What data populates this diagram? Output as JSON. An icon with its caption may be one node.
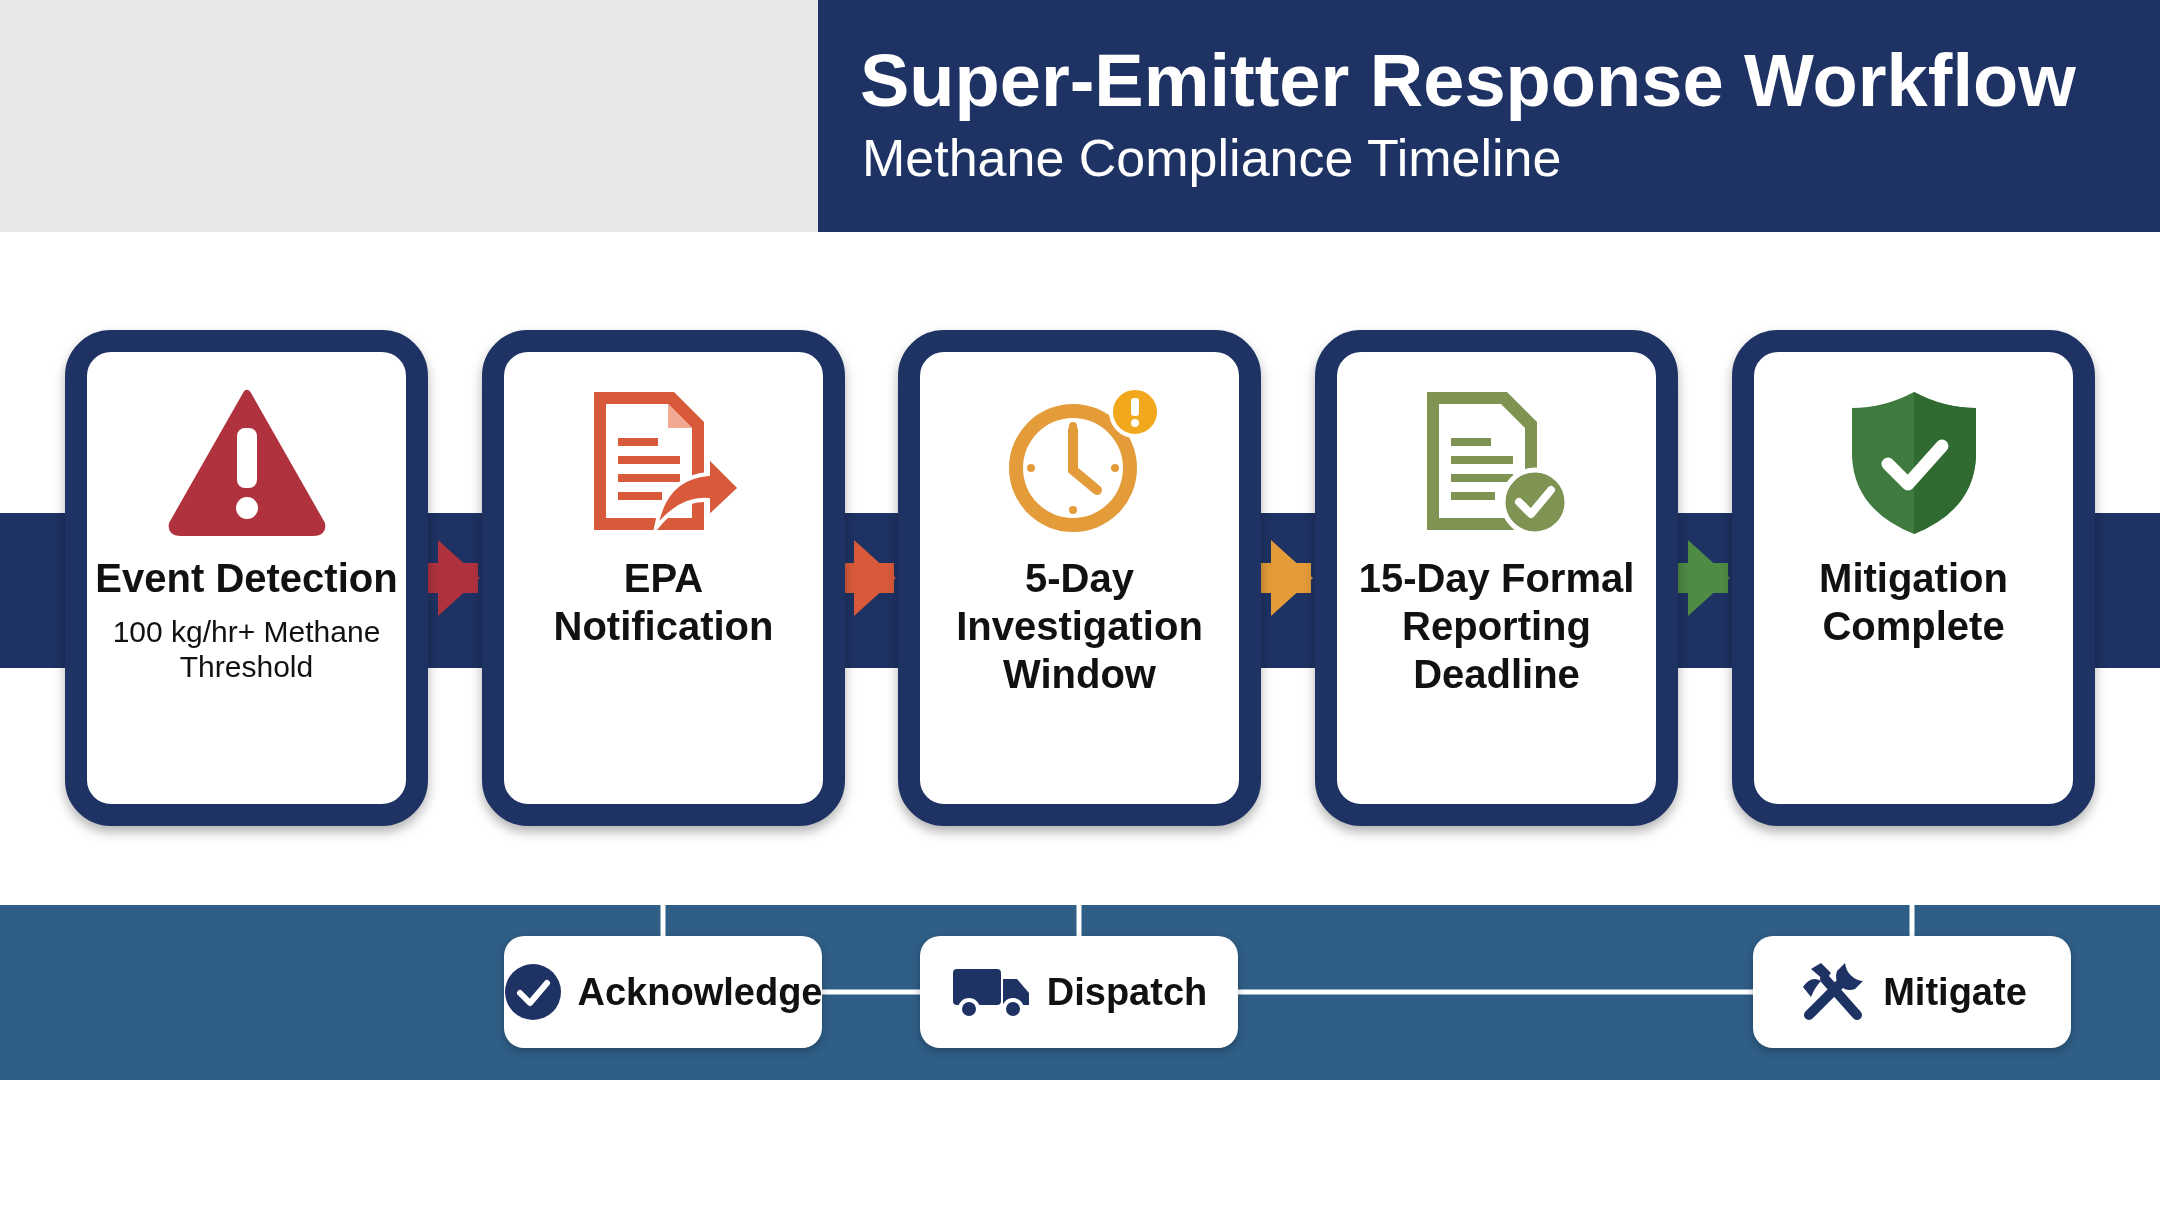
{
  "diagram": {
    "title": "Super-Emitter Response Workflow",
    "caption": "Methane Compliance Timeline",
    "nodes": [
      {
        "text": [
          "Event Detection",
          "100 kg/hr+ Methane Threshold"
        ]
      },
      {
        "text": [
          "EPA Notification"
        ]
      },
      {
        "text": [
          "5-Day Investigation Window"
        ]
      },
      {
        "text": [
          "15-Day Formal Reporting Deadline"
        ]
      },
      {
        "text": [
          "Mitigation Complete"
        ]
      },
      {
        "text": [
          "Acknowledge"
        ]
      },
      {
        "text": [
          "Dispatch"
        ]
      },
      {
        "text": [
          "Mitigate"
        ]
      }
    ],
    "edges": [
      {
        "from": 0,
        "to": 1,
        "arrow": "to",
        "style": "thick",
        "color": "#b0323f"
      },
      {
        "from": 1,
        "to": 2,
        "arrow": "to",
        "style": "thick",
        "color": "#d95a3b"
      },
      {
        "from": 2,
        "to": 3,
        "arrow": "to",
        "style": "thick",
        "color": "#e49c3a"
      },
      {
        "from": 3,
        "to": 4,
        "arrow": "to",
        "style": "thick",
        "color": "#4e8b44"
      },
      {
        "from": 1,
        "to": 5,
        "arrow": "none"
      },
      {
        "from": 2,
        "to": 6,
        "arrow": "none"
      },
      {
        "from": 4,
        "to": 7,
        "arrow": "none"
      },
      {
        "from": 5,
        "to": 6,
        "arrow": "none"
      },
      {
        "from": 6,
        "to": 7,
        "arrow": "none"
      }
    ]
  }
}
